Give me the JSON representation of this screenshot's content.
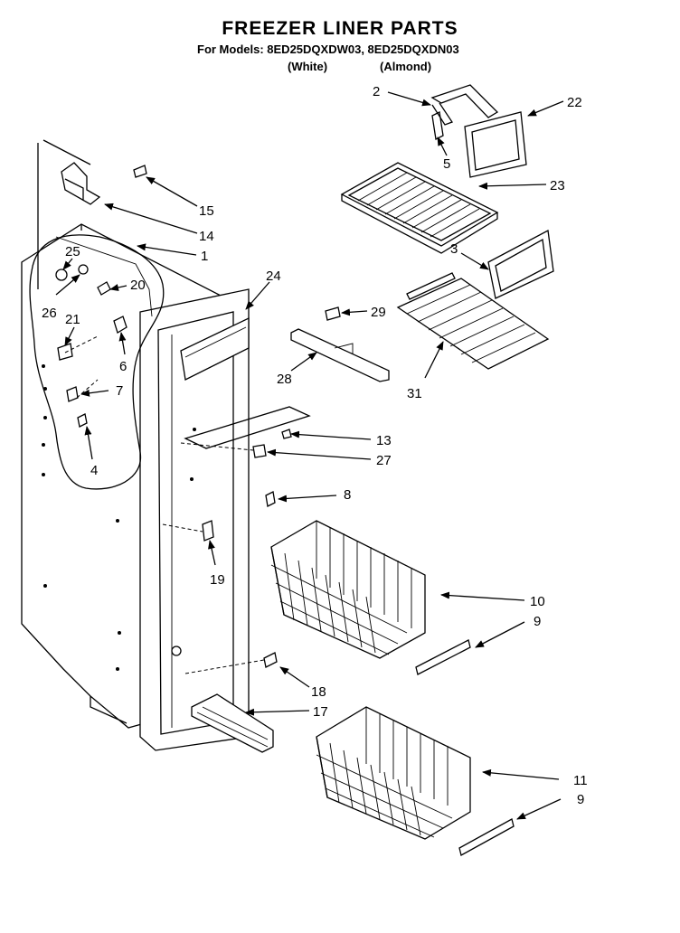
{
  "header": {
    "title": "FREEZER LINER PARTS",
    "models": "For Models: 8ED25DQXDW03, 8ED25DQXDN03",
    "variant_white": "(White)",
    "variant_almond": "(Almond)"
  },
  "callouts": [
    {
      "id": "c2",
      "label": "2"
    },
    {
      "id": "c22",
      "label": "22"
    },
    {
      "id": "c5",
      "label": "5"
    },
    {
      "id": "c23",
      "label": "23"
    },
    {
      "id": "c15",
      "label": "15"
    },
    {
      "id": "c14",
      "label": "14"
    },
    {
      "id": "c1",
      "label": "1"
    },
    {
      "id": "c3",
      "label": "3"
    },
    {
      "id": "c24",
      "label": "24"
    },
    {
      "id": "c25",
      "label": "25"
    },
    {
      "id": "c20",
      "label": "20"
    },
    {
      "id": "c26",
      "label": "26"
    },
    {
      "id": "c21",
      "label": "21"
    },
    {
      "id": "c29",
      "label": "29"
    },
    {
      "id": "c28",
      "label": "28"
    },
    {
      "id": "c31",
      "label": "31"
    },
    {
      "id": "c6",
      "label": "6"
    },
    {
      "id": "c7",
      "label": "7"
    },
    {
      "id": "c13",
      "label": "13"
    },
    {
      "id": "c27",
      "label": "27"
    },
    {
      "id": "c4",
      "label": "4"
    },
    {
      "id": "c8",
      "label": "8"
    },
    {
      "id": "c19",
      "label": "19"
    },
    {
      "id": "c10",
      "label": "10"
    },
    {
      "id": "c9a",
      "label": "9"
    },
    {
      "id": "c18",
      "label": "18"
    },
    {
      "id": "c17",
      "label": "17"
    },
    {
      "id": "c11",
      "label": "11"
    },
    {
      "id": "c9b",
      "label": "9"
    }
  ]
}
